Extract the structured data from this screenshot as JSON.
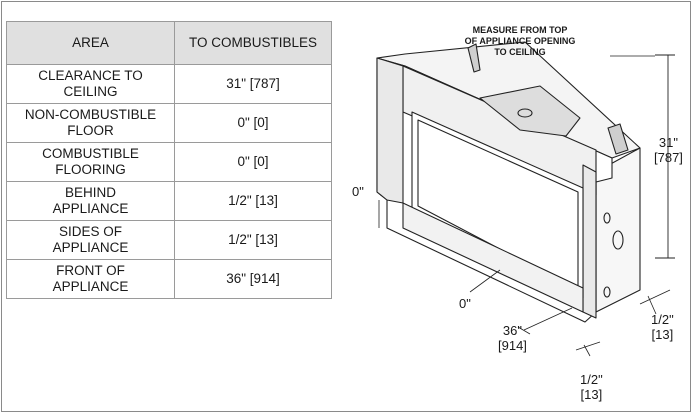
{
  "table": {
    "headers": [
      "AREA",
      "TO COMBUSTIBLES"
    ],
    "rows": [
      {
        "area_line1": "CLEARANCE TO",
        "area_line2": "CEILING",
        "value": "31\" [787]"
      },
      {
        "area_line1": "NON-COMBUSTIBLE",
        "area_line2": "FLOOR",
        "value": "0\" [0]"
      },
      {
        "area_line1": "COMBUSTIBLE",
        "area_line2": "FLOORING",
        "value": "0\" [0]"
      },
      {
        "area_line1": "BEHIND",
        "area_line2": "APPLIANCE",
        "value": "1/2\" [13]"
      },
      {
        "area_line1": "SIDES OF",
        "area_line2": "APPLIANCE",
        "value": "1/2\" [13]"
      },
      {
        "area_line1": "FRONT OF",
        "area_line2": "APPLIANCE",
        "value": "36\" [914]"
      }
    ]
  },
  "diagram": {
    "note_lines": [
      "MEASURE FROM TOP",
      "OF APPLIANCE OPENING",
      "TO CEILING"
    ],
    "dim_ceiling": [
      "31\"",
      "[787]"
    ],
    "dim_left_floor": "0\"",
    "dim_floor": "0\"",
    "dim_front": [
      "36\"",
      "[914]"
    ],
    "dim_side": [
      "1/2\"",
      "[13]"
    ],
    "dim_back": [
      "1/2\"",
      "[13]"
    ]
  }
}
